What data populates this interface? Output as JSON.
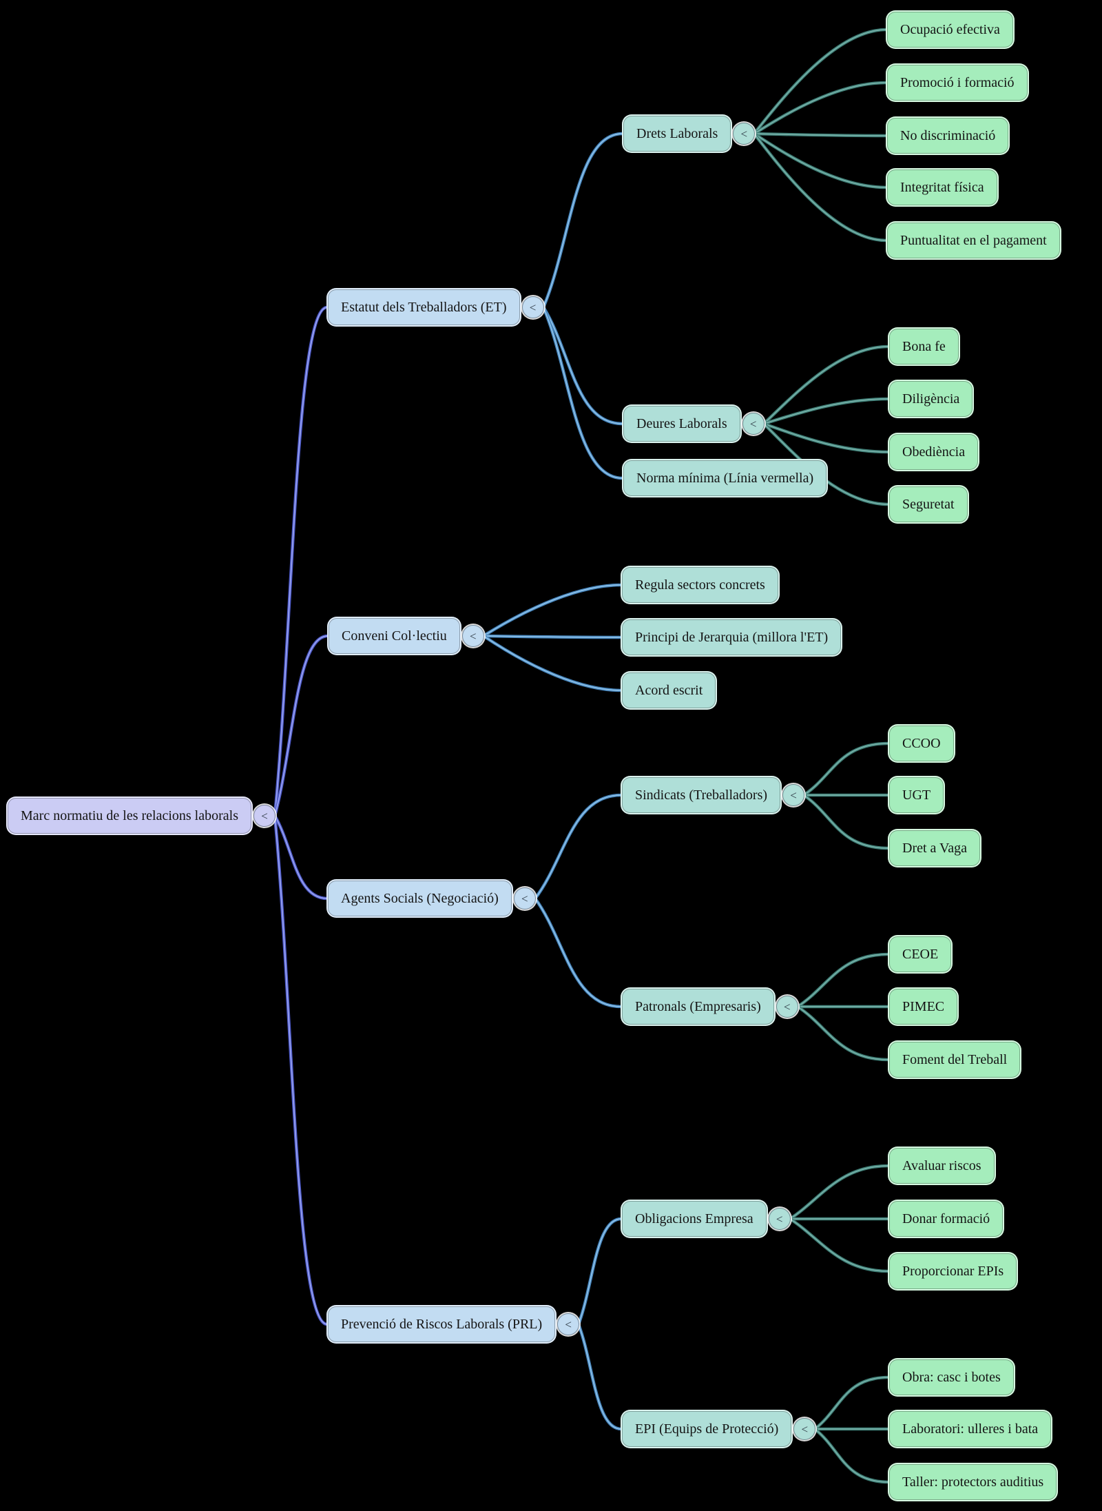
{
  "ui": {
    "collapse_glyph": "<"
  },
  "colors": {
    "background": "#000000",
    "text": "#141414",
    "root_fill": "#cbccf4",
    "root_ring": "#e8e9fd",
    "l1_fill": "#c2dcf2",
    "l1_ring": "#e1eefb",
    "l2_fill": "#afdfd8",
    "l2_ring": "#dbf3ef",
    "l3_fill": "#a5edbc",
    "l3_ring": "#d7fae2",
    "edge_root_dark": "#4d59c6",
    "edge_root_light": "#9aa4f2",
    "edge_l1_dark": "#4583ba",
    "edge_l1_light": "#8fc2e9",
    "edge_l2_dark": "#3d7c74",
    "edge_l2_light": "#77b1a9"
  },
  "tree": {
    "label": "Marc normatiu de les relacions laborals",
    "children": [
      {
        "label": "Estatut dels Treballadors (ET)",
        "children": [
          {
            "label": "Drets Laborals",
            "children": [
              {
                "label": "Ocupació efectiva"
              },
              {
                "label": "Promoció i formació"
              },
              {
                "label": "No discriminació"
              },
              {
                "label": "Integritat física"
              },
              {
                "label": "Puntualitat en el pagament"
              }
            ]
          },
          {
            "label": "Deures Laborals",
            "children": [
              {
                "label": "Bona fe"
              },
              {
                "label": "Diligència"
              },
              {
                "label": "Obediència"
              },
              {
                "label": "Seguretat"
              }
            ]
          },
          {
            "label": "Norma mínima (Línia vermella)"
          }
        ]
      },
      {
        "label": "Conveni Col·lectiu",
        "children": [
          {
            "label": "Regula sectors concrets"
          },
          {
            "label": "Principi de Jerarquia (millora l'ET)"
          },
          {
            "label": "Acord escrit"
          }
        ]
      },
      {
        "label": "Agents Socials (Negociació)",
        "children": [
          {
            "label": "Sindicats (Treballadors)",
            "children": [
              {
                "label": "CCOO"
              },
              {
                "label": "UGT"
              },
              {
                "label": "Dret a Vaga"
              }
            ]
          },
          {
            "label": "Patronals (Empresaris)",
            "children": [
              {
                "label": "CEOE"
              },
              {
                "label": "PIMEC"
              },
              {
                "label": "Foment del Treball"
              }
            ]
          }
        ]
      },
      {
        "label": "Prevenció de Riscos Laborals (PRL)",
        "children": [
          {
            "label": "Obligacions Empresa",
            "children": [
              {
                "label": "Avaluar riscos"
              },
              {
                "label": "Donar formació"
              },
              {
                "label": "Proporcionar EPIs"
              }
            ]
          },
          {
            "label": "EPI (Equips de Protecció)",
            "children": [
              {
                "label": "Obra: casc i botes"
              },
              {
                "label": "Laboratori: ulleres i bata"
              },
              {
                "label": "Taller: protectors auditius"
              }
            ]
          }
        ]
      }
    ]
  }
}
